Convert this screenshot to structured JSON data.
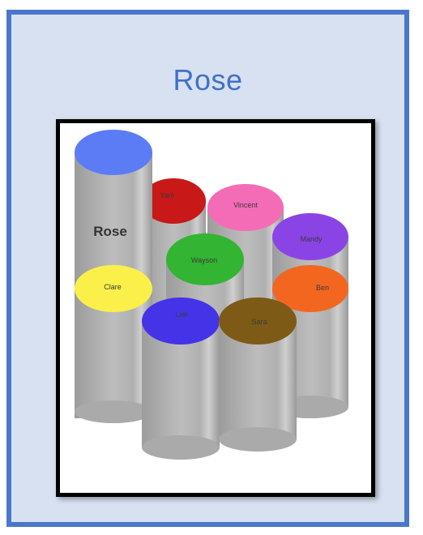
{
  "title": "Rose",
  "people": [
    {
      "name": "Rose",
      "color": "#5b7cf5",
      "label_type": "big"
    },
    {
      "name": "Yani",
      "color": "#c81818"
    },
    {
      "name": "Vincent",
      "color": "#f46cb6"
    },
    {
      "name": "Mandy",
      "color": "#8a44e6"
    },
    {
      "name": "Wayson",
      "color": "#33b432"
    },
    {
      "name": "Clare",
      "color": "#fbf04a"
    },
    {
      "name": "Ben",
      "color": "#f3661f"
    },
    {
      "name": "Lief",
      "color": "#4533e8"
    },
    {
      "name": "Sara",
      "color": "#7e5a17"
    }
  ]
}
